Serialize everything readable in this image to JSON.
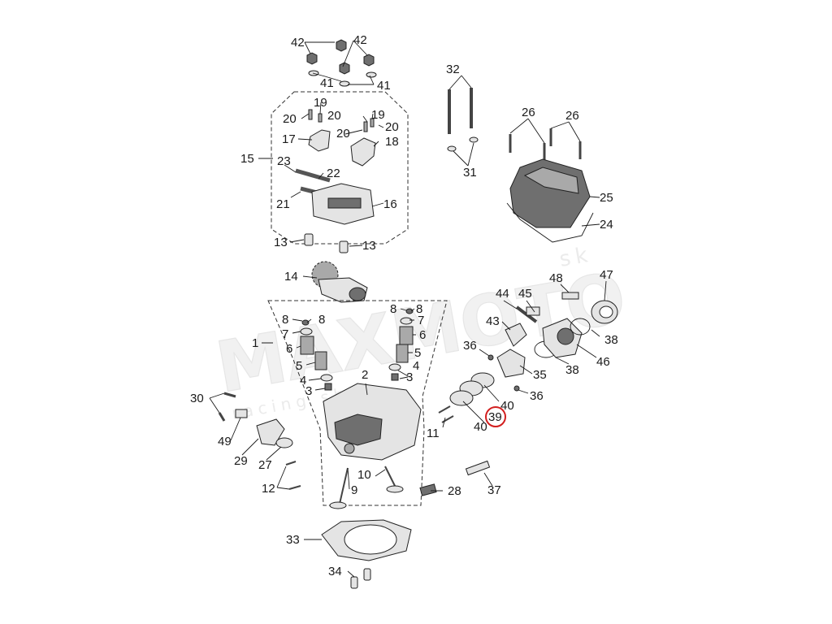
{
  "watermark": {
    "brand": "MAXMOTO",
    "suffix": "sk",
    "tagline": "racing shop"
  },
  "highlight_color": "#d21f1f",
  "callouts": {
    "c42a": "42",
    "c42b": "42",
    "c41a": "41",
    "c41b": "41",
    "c19a": "19",
    "c19b": "19",
    "c20a": "20",
    "c20b": "20",
    "c20c": "20",
    "c20d": "20",
    "c17": "17",
    "c18": "18",
    "c15": "15",
    "c23": "23",
    "c22": "22",
    "c21": "21",
    "c16": "16",
    "c13a": "13",
    "c13b": "13",
    "c32": "32",
    "c31": "31",
    "c26a": "26",
    "c26b": "26",
    "c25": "25",
    "c24": "24",
    "c14": "14",
    "c44": "44",
    "c45": "45",
    "c48": "48",
    "c47": "47",
    "c43": "43",
    "c36a": "36",
    "c36b": "36",
    "c35": "35",
    "c38a": "38",
    "c38b": "38",
    "c46": "46",
    "c40a": "40",
    "c40b": "40",
    "c39": "39",
    "c11": "11",
    "c8a": "8",
    "c8b": "8",
    "c8c": "8",
    "c8d": "8",
    "c7a": "7",
    "c7b": "7",
    "c6a": "6",
    "c6b": "6",
    "c5a": "5",
    "c5b": "5",
    "c4a": "4",
    "c4b": "4",
    "c3a": "3",
    "c3b": "3",
    "c1": "1",
    "c2": "2",
    "c30": "30",
    "c49": "49",
    "c29": "29",
    "c27": "27",
    "c12": "12",
    "c10": "10",
    "c9": "9",
    "c28": "28",
    "c37": "37",
    "c33": "33",
    "c34": "34"
  }
}
